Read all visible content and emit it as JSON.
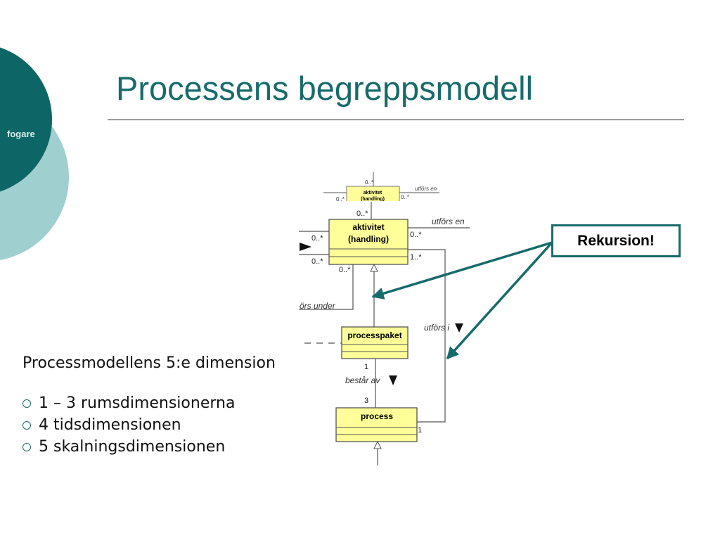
{
  "slide": {
    "title": "Processens begreppsmodell",
    "brand": "fogare",
    "lead": "Processmodellens 5:e dimension",
    "bullets": [
      "1 – 3 rumsdimensionerna",
      "4 tidsdimensionen",
      "5 skalningsdimensionen"
    ],
    "callout": "Rekursion!"
  },
  "colors": {
    "teal_dark": "#0e6565",
    "teal_light": "#9fcfcf",
    "class_fill": "#ffff99",
    "accent": "#186b6b"
  },
  "diagram": {
    "small_class_name": "aktivitet",
    "small_class_name2": "(handling)",
    "small_mult_top": "0..*",
    "small_mult_left": "0..*",
    "small_mult_right": "0..*",
    "small_assoc": "utförs en",
    "class_activity_line1": "aktivitet",
    "class_activity_line2": "(handling)",
    "class_package": "processpaket",
    "class_process": "process",
    "mult_act_top": "0..*",
    "mult_act_left1": "0..*",
    "mult_act_left2": "0..*",
    "mult_act_right1": "0..*",
    "mult_act_right2": "1..*",
    "mult_act_bottom": "0..*",
    "assoc_utfors_en": "utförs en",
    "assoc_ors_under": "örs under",
    "assoc_utfors_i": "utförs i",
    "assoc_bestar_av": "består av",
    "mult_pkg_bottom": "1",
    "mult_proc_top": "3",
    "mult_proc_right": "1"
  }
}
